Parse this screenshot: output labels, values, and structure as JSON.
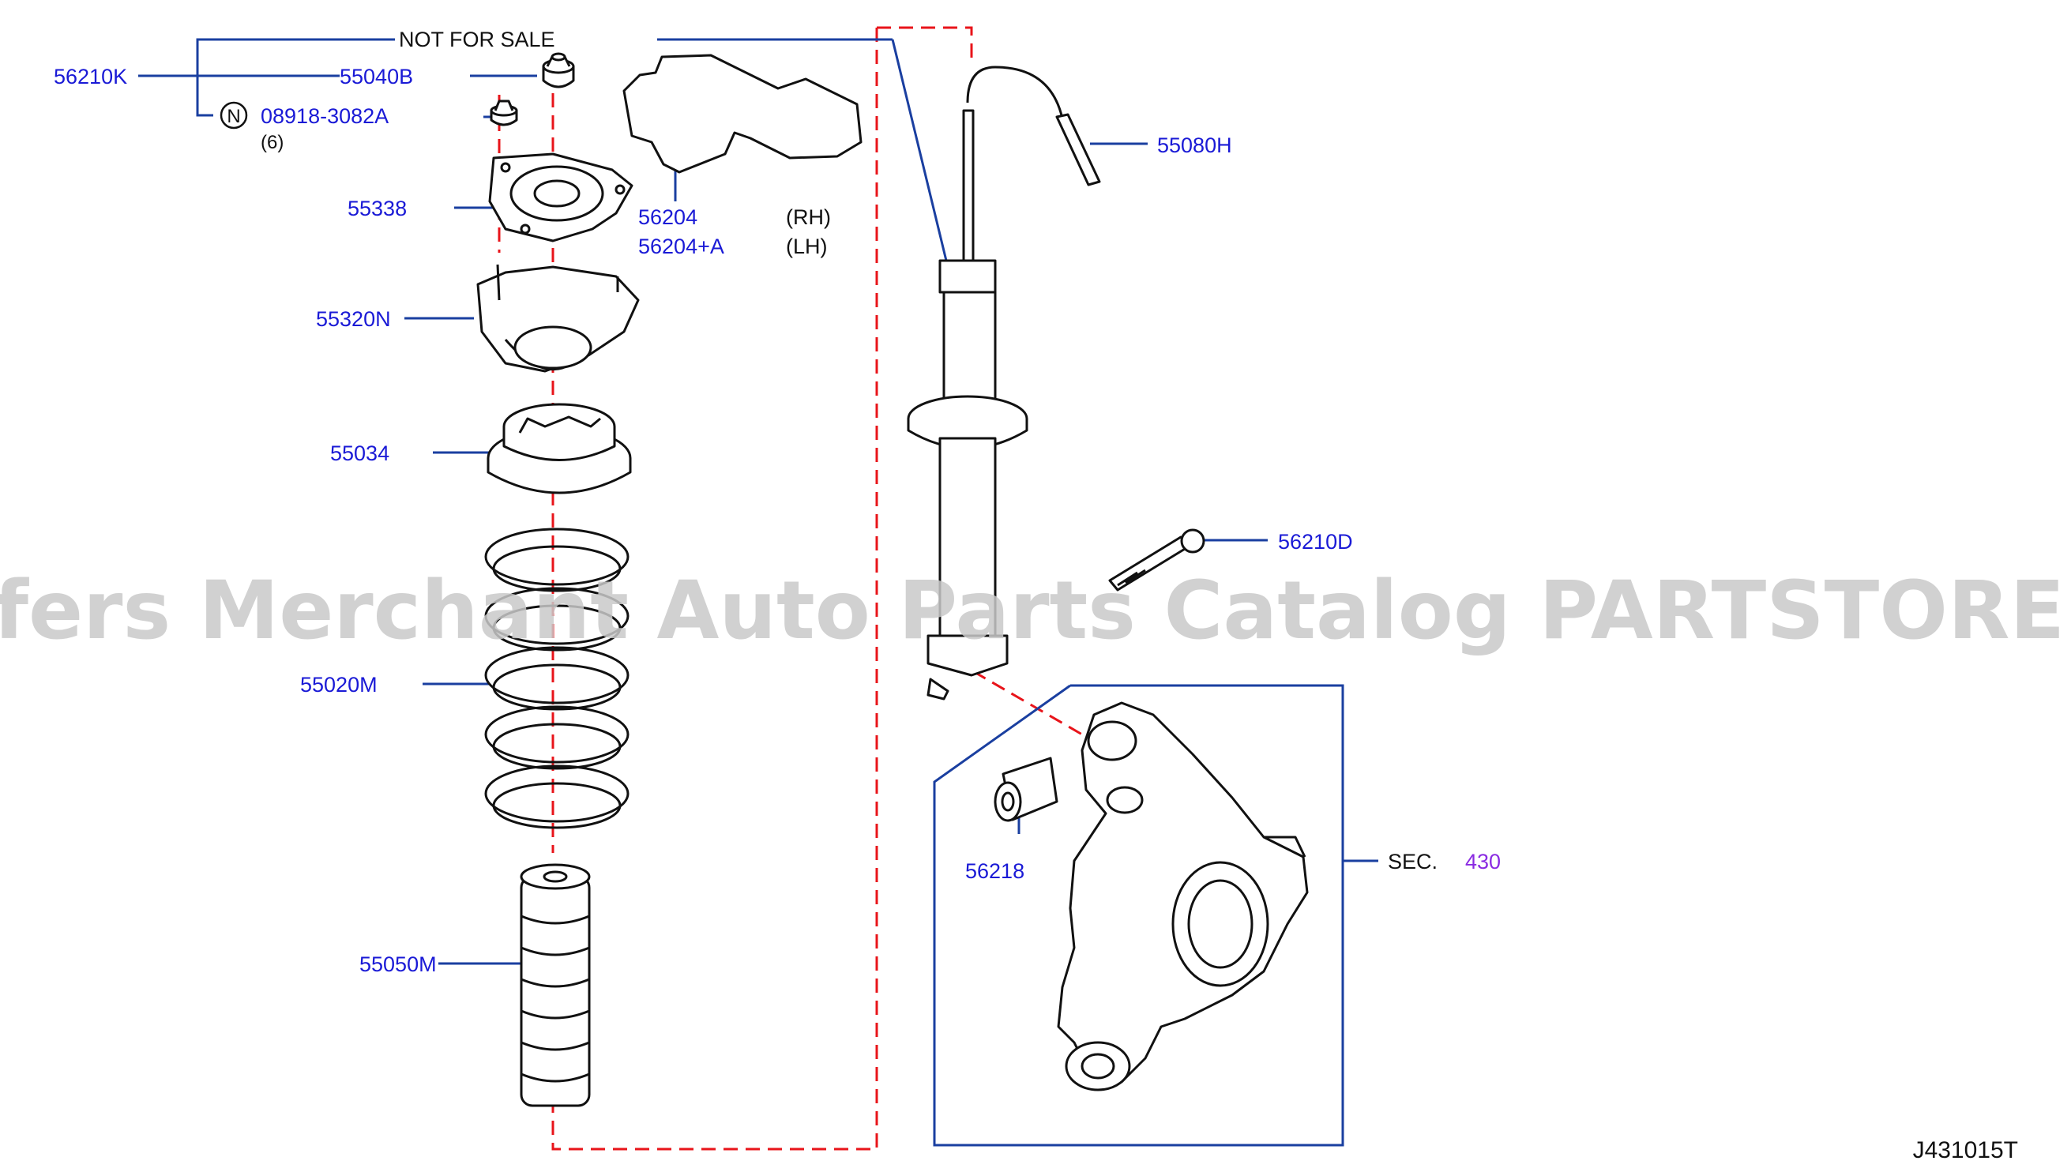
{
  "header": {
    "not_for_sale": "NOT  FOR  SALE"
  },
  "labels": {
    "p56210K": "56210K",
    "p55040B": "55040B",
    "p08918": "08918-3082A",
    "n_symbol": "N",
    "qty6": "(6)",
    "p55338": "55338",
    "p56204": "56204",
    "p56204A": "56204+A",
    "rh": "(RH)",
    "lh": "(LH)",
    "p55320N": "55320N",
    "p55034": "55034",
    "p55020M": "55020M",
    "p55050M": "55050M",
    "p55080H": "55080H",
    "p56210D": "56210D",
    "p56218": "56218",
    "sec": "SEC.",
    "sec_num": "430"
  },
  "diagram_id": "J431015T",
  "watermark": "Offers Merchant Auto Parts Catalog PARTSTORE.SA",
  "colors": {
    "leader": "#1a3fa0",
    "label_blue": "#1a1ad6",
    "dashed_red": "#e8141a",
    "sec_purple": "#8a2be2",
    "outline": "#111111"
  }
}
